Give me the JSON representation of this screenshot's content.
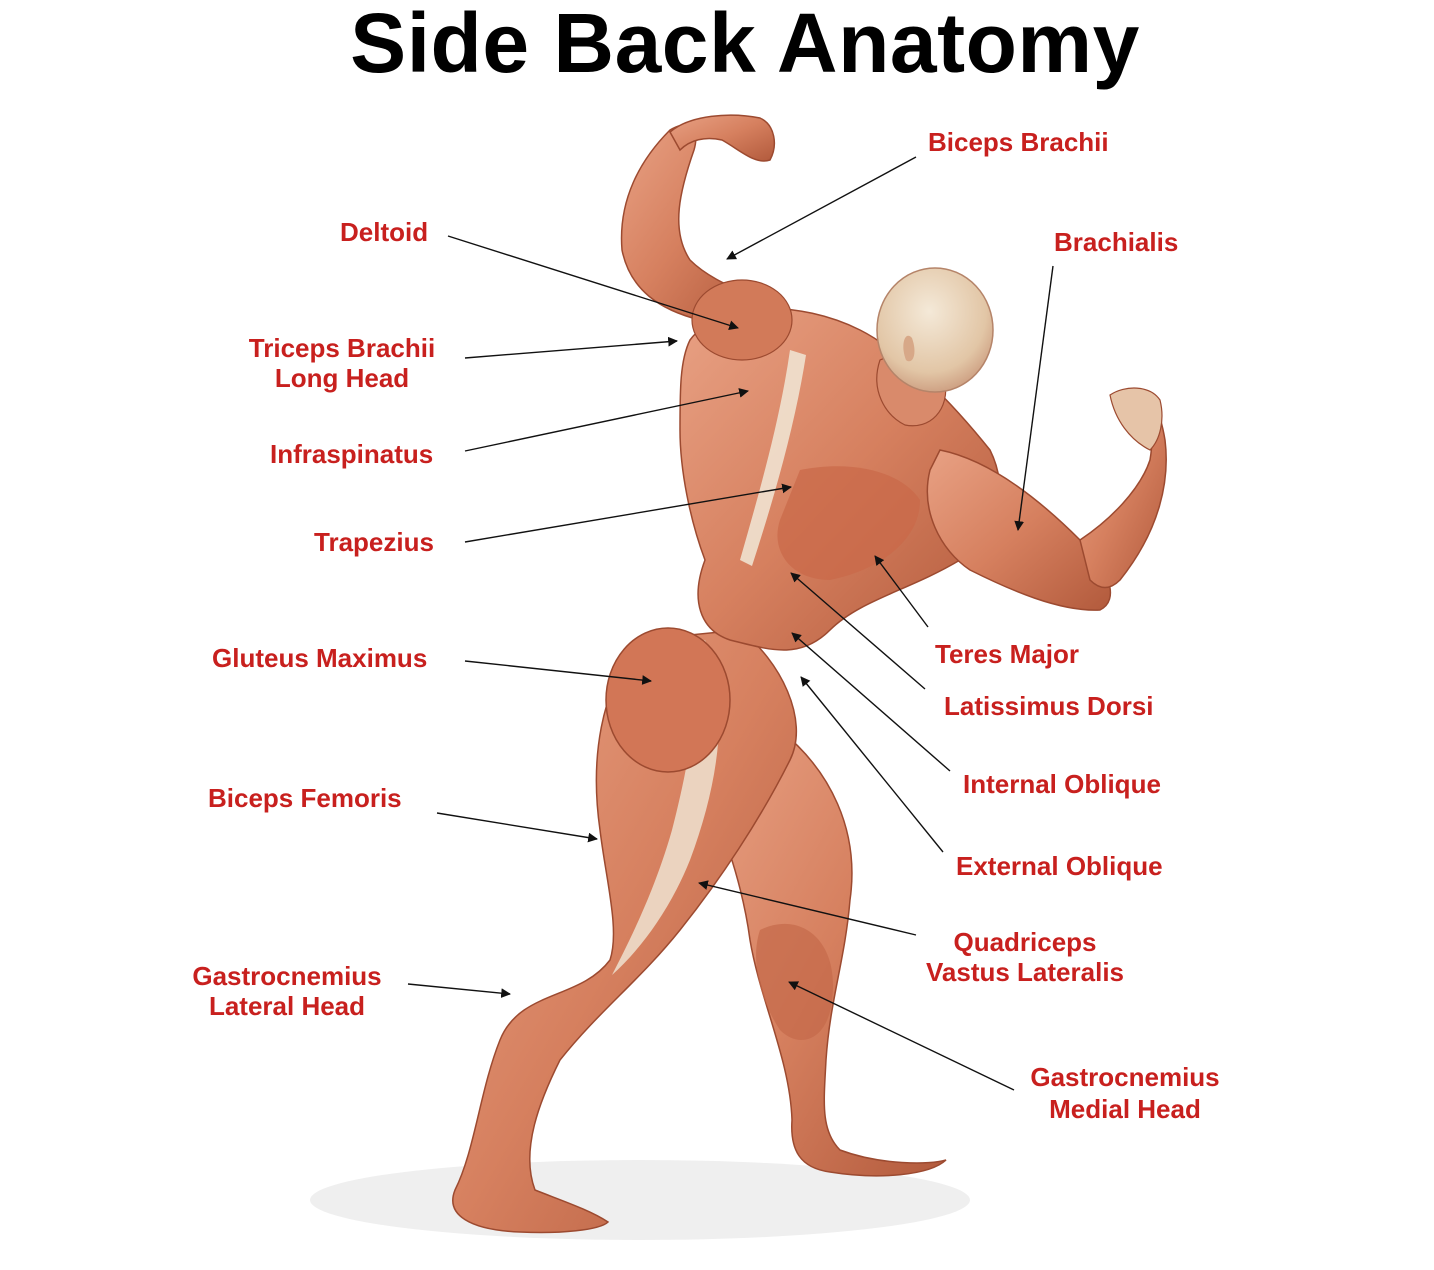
{
  "title": "Side Back Anatomy",
  "colors": {
    "title": "#000000",
    "label": "#c8201e",
    "pointer": "#111111",
    "skin_light": "#ecd9c2",
    "muscle": "#d88868",
    "muscle_dark": "#a44a32",
    "tendon": "#efe2d0"
  },
  "labels": {
    "biceps_brachii": "Biceps Brachii",
    "deltoid": "Deltoid",
    "brachialis": "Brachialis",
    "triceps_brachii_long_head": [
      "Triceps Brachii",
      "Long Head"
    ],
    "infraspinatus": "Infraspinatus",
    "trapezius": "Trapezius",
    "teres_major": "Teres Major",
    "gluteus_maximus": "Gluteus Maximus",
    "latissimus_dorsi": "Latissimus Dorsi",
    "internal_oblique": "Internal Oblique",
    "biceps_femoris": "Biceps Femoris",
    "external_oblique": "External Oblique",
    "quadriceps_vastus_lateralis": [
      "Quadriceps",
      "Vastus Lateralis"
    ],
    "gastrocnemius_lateral_head": [
      "Gastrocnemius",
      "Lateral Head"
    ],
    "gastrocnemius_medial_head": [
      "Gastrocnemius",
      "Medial Head"
    ]
  }
}
